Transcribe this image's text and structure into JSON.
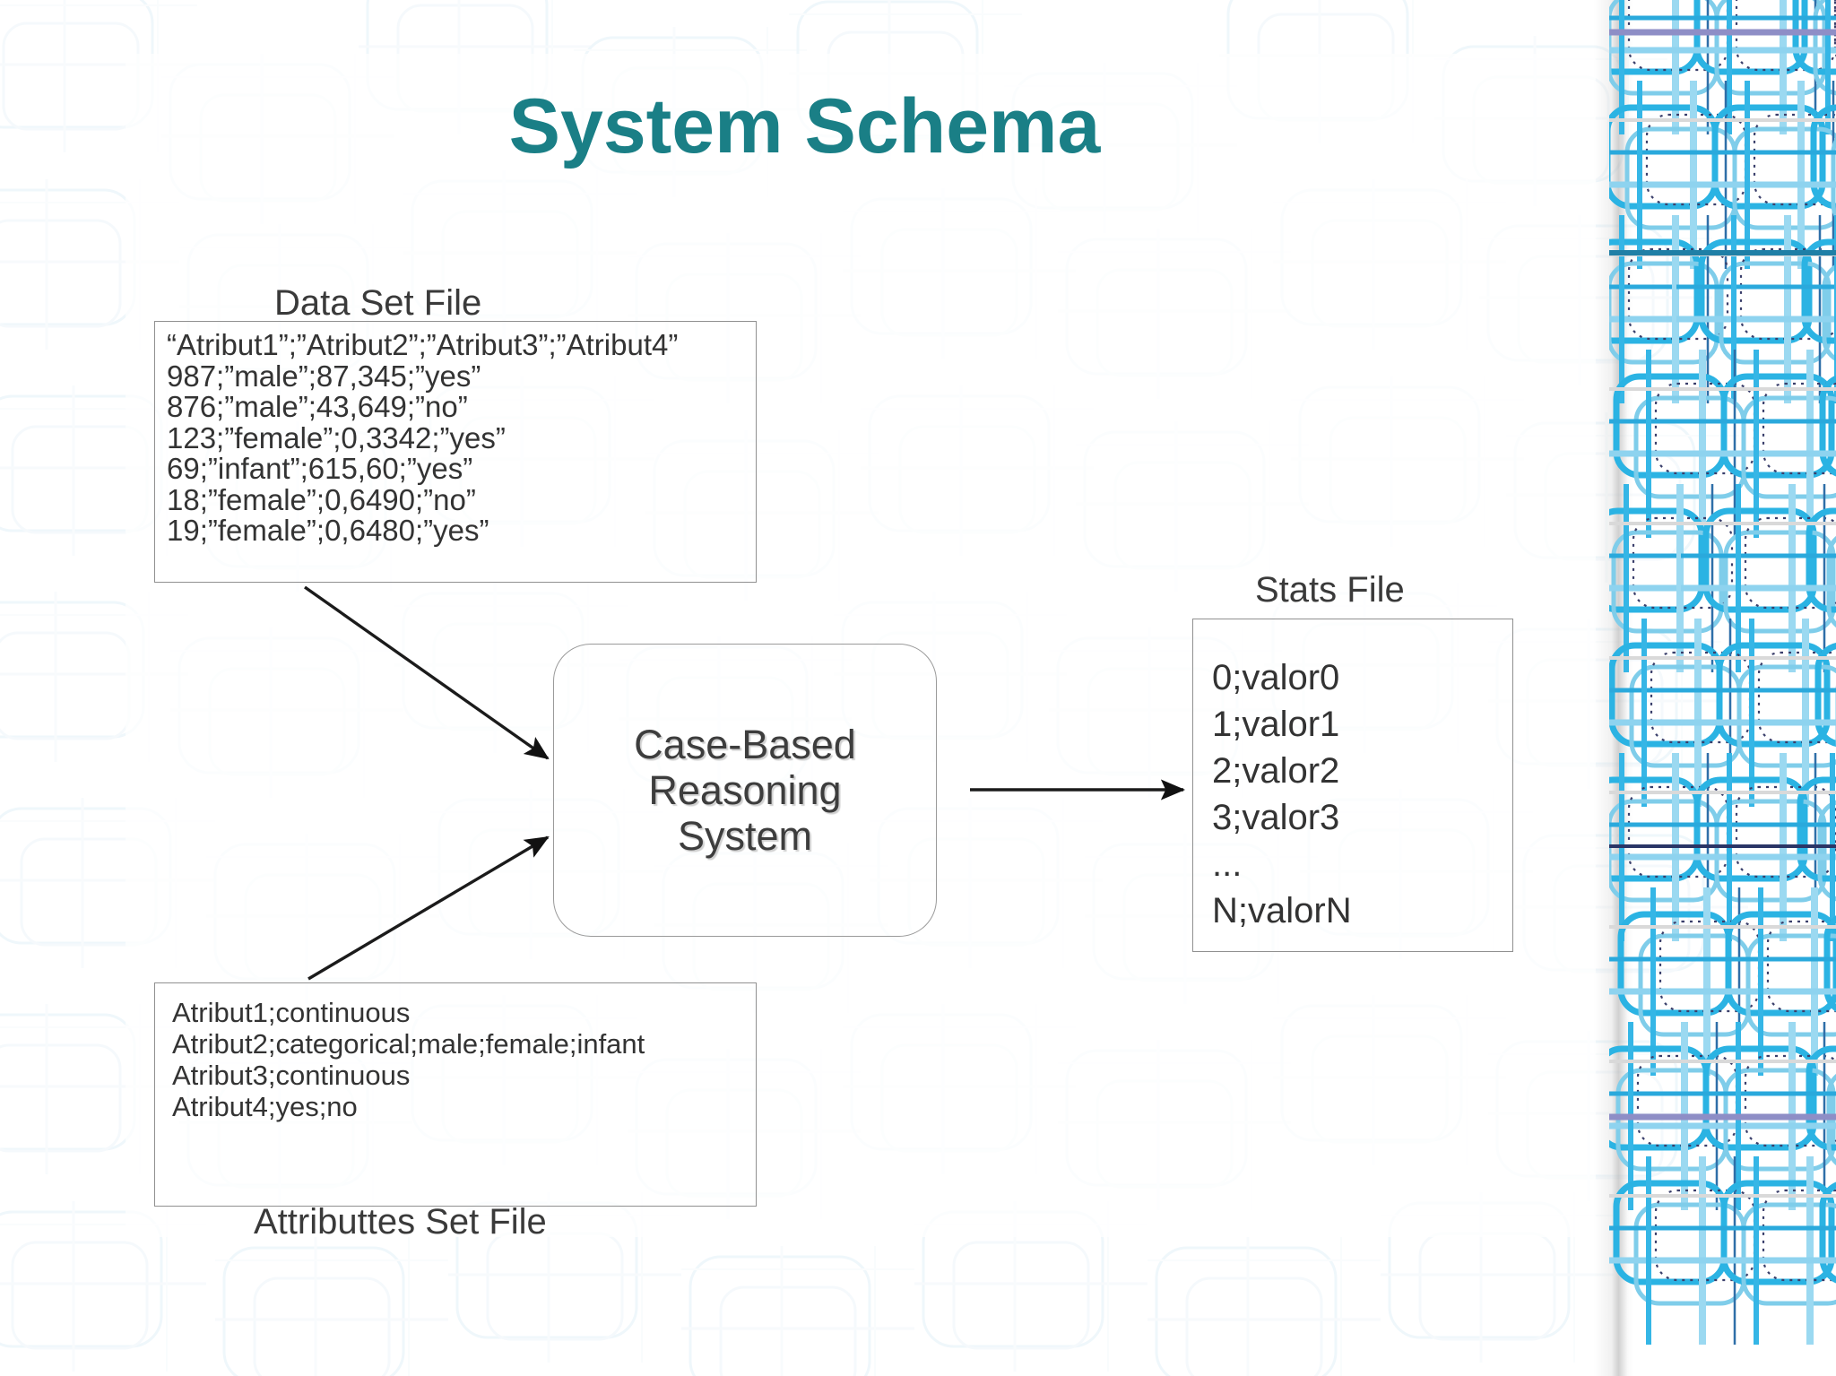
{
  "slide": {
    "title": "System Schema",
    "title_color": "#1a7f86",
    "background_color": "#ffffff"
  },
  "dataset_file": {
    "caption": "Data Set File",
    "lines": [
      "“Atribut1”;”Atribut2”;”Atribut3”;”Atribut4”",
      "987;”male”;87,345;”yes”",
      "876;”male”;43,649;”no”",
      "123;”female”;0,3342;”yes”",
      "69;”infant”;615,60;”yes”",
      "18;”female”;0,6490;”no”",
      "19;”female”;0,6480;”yes”"
    ],
    "text": "“Atribut1”;”Atribut2”;”Atribut3”;”Atribut4”\n987;”male”;87,345;”yes”\n876;”male”;43,649;”no”\n123;”female”;0,3342;”yes”\n69;”infant”;615,60;”yes”\n18;”female”;0,6490;”no”\n19;”female”;0,6480;”yes”"
  },
  "attributes_file": {
    "caption": "Attributtes Set File",
    "lines": [
      "Atribut1;continuous",
      "Atribut2;categorical;male;female;infant",
      "Atribut3;continuous",
      "Atribut4;yes;no"
    ],
    "text": "Atribut1;continuous\nAtribut2;categorical;male;female;infant\nAtribut3;continuous\nAtribut4;yes;no"
  },
  "stats_file": {
    "caption": "Stats File",
    "lines": [
      "0;valor0",
      "1;valor1",
      "2;valor2",
      "3;valor3",
      "...",
      "N;valorN"
    ],
    "text": "0;valor0\n1;valor1\n2;valor2\n3;valor3\n...\nN;valorN"
  },
  "process_node": {
    "label": "Case-Based\nReasoning\nSystem",
    "shape": "rounded-rectangle"
  },
  "connectors": [
    {
      "name": "dataset-to-system",
      "from": "dataset_file",
      "to": "process_node",
      "style": "arrow"
    },
    {
      "name": "attributes-to-system",
      "from": "attributes_file",
      "to": "process_node",
      "style": "arrow"
    },
    {
      "name": "system-to-stats",
      "from": "process_node",
      "to": "stats_file",
      "style": "arrow"
    }
  ]
}
